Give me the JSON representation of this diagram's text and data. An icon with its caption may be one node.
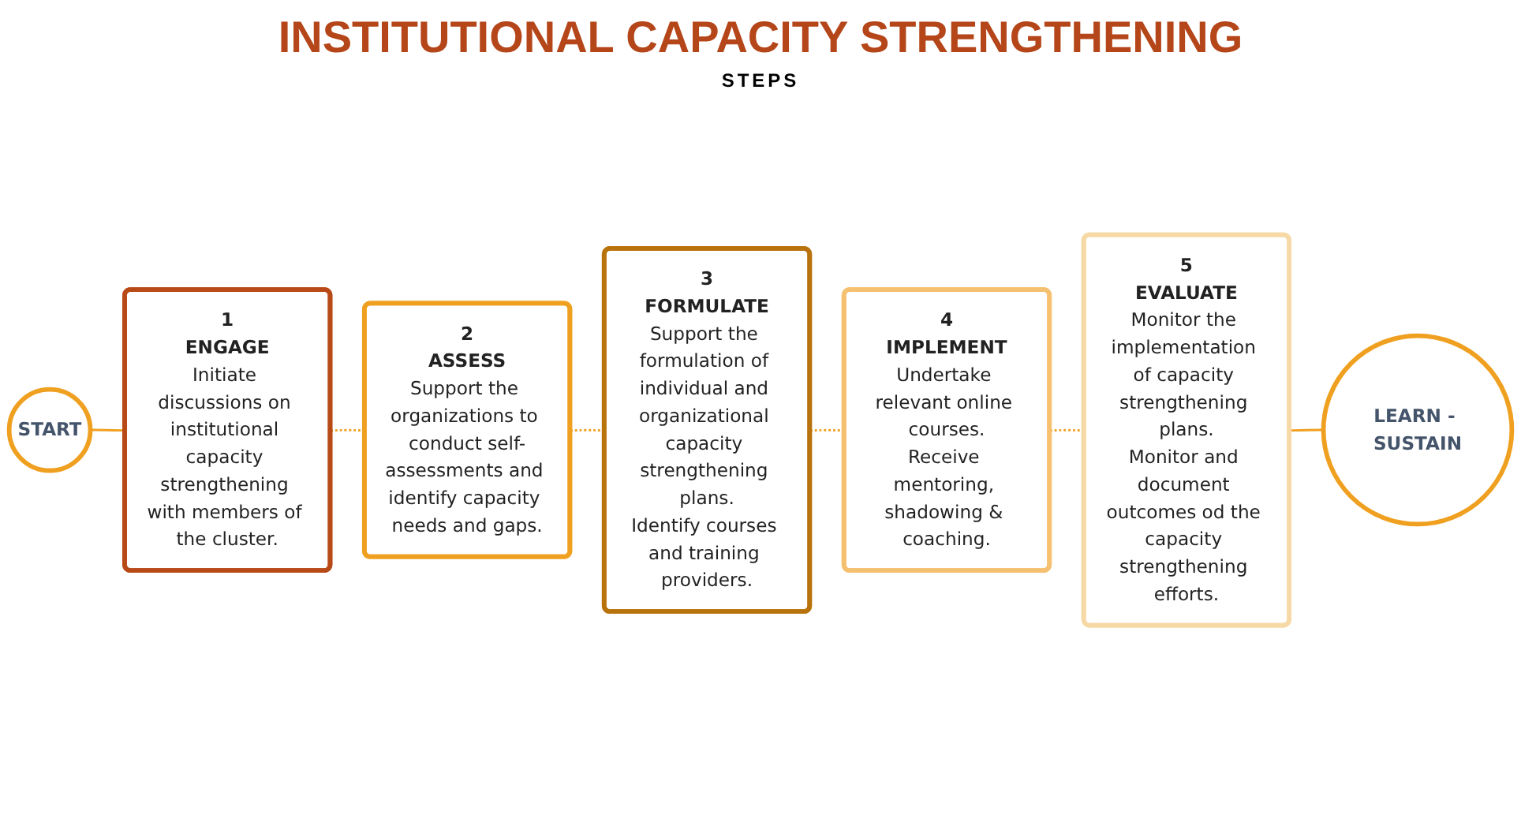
{
  "diagram": {
    "title": "INSTITUTIONAL CAPACITY STRENGTHENING",
    "caption": "STEPS",
    "nodes": [
      {
        "text": [
          "START"
        ]
      },
      {
        "text": [
          "1",
          "ENGAGE",
          "Initiate discussions on institutional capacity strengthening with members of the cluster."
        ]
      },
      {
        "text": [
          "2",
          "ASSESS",
          "Support the organizations to conduct self-assessments and identify capacity needs and gaps."
        ]
      },
      {
        "text": [
          "3",
          "FORMULATE",
          "Support the formulation of individual and organizational capacity strengthening plans.",
          "Identify courses and training providers."
        ]
      },
      {
        "text": [
          "4",
          "IMPLEMENT",
          "Undertake relevant online courses.",
          "Receive mentoring, shadowing & coaching."
        ]
      },
      {
        "text": [
          "5",
          "EVALUATE",
          "Monitor the implementation of capacity strengthening plans.",
          "Monitor and document outcomes od the capacity strengthening efforts."
        ]
      },
      {
        "text": [
          "LEARN - SUSTAIN"
        ]
      }
    ],
    "edges": [
      {
        "from": 0,
        "to": 1,
        "arrow": "none"
      },
      {
        "from": 1,
        "to": 2,
        "arrow": "none",
        "style": "dashed"
      },
      {
        "from": 2,
        "to": 3,
        "arrow": "none",
        "style": "dashed"
      },
      {
        "from": 3,
        "to": 4,
        "arrow": "none",
        "style": "dashed"
      },
      {
        "from": 4,
        "to": 5,
        "arrow": "none",
        "style": "dashed"
      },
      {
        "from": 5,
        "to": 6,
        "arrow": "none"
      }
    ]
  }
}
